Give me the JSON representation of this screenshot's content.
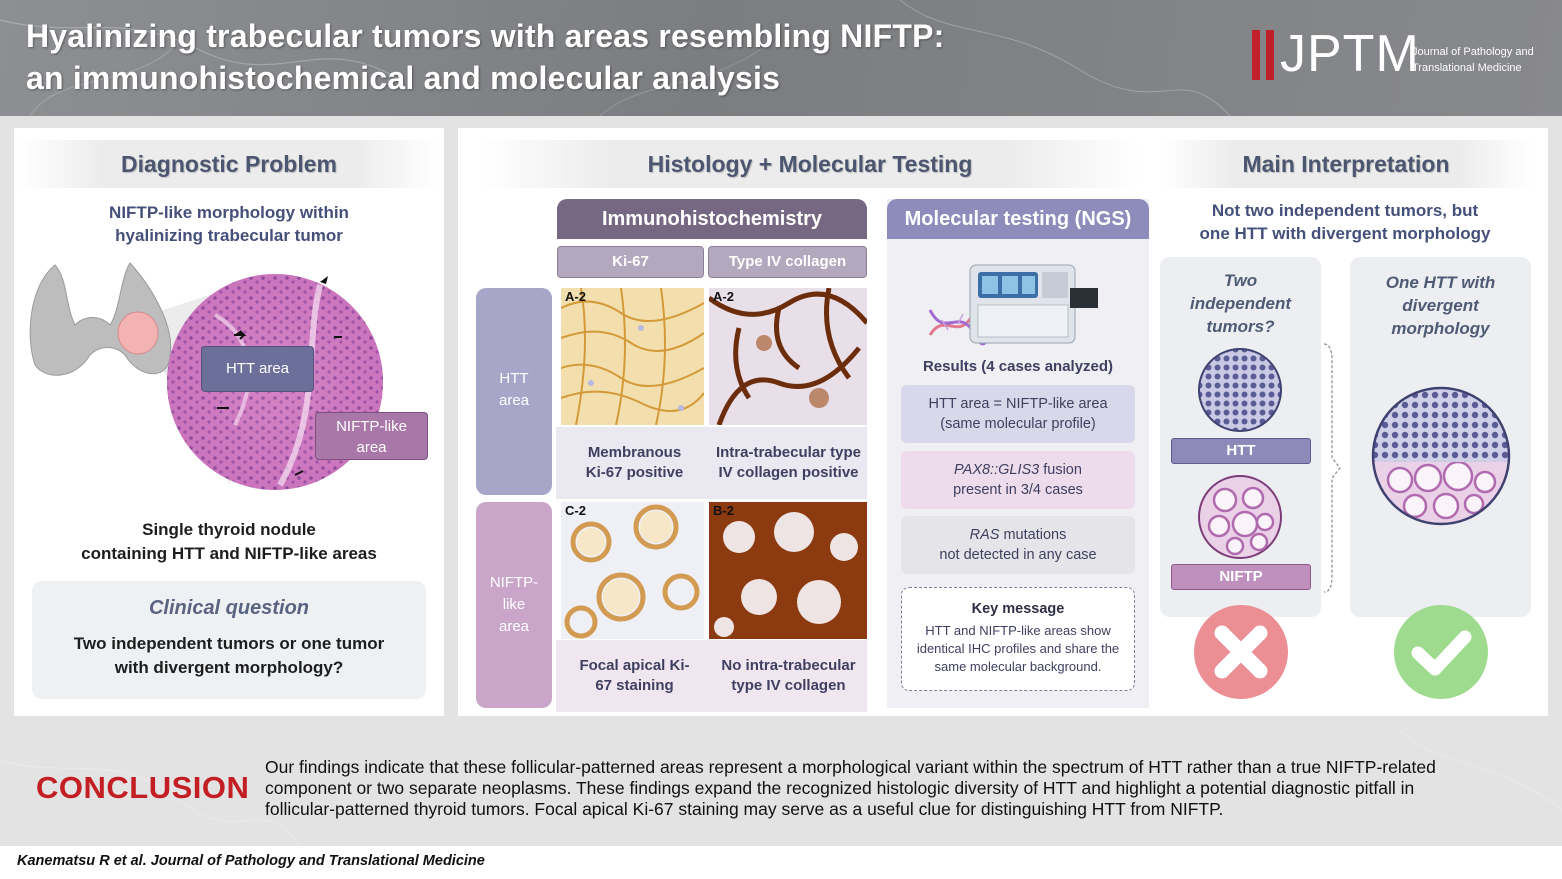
{
  "header": {
    "title_line1": "Hyalinizing trabecular tumors with areas resembling NIFTP:",
    "title_line2": "an immunohistochemical and molecular analysis",
    "logo_mark": "JPTM",
    "logo_line1": "Journal of Pathology and",
    "logo_line2": "Translational Medicine"
  },
  "diagnostic": {
    "title": "Diagnostic Problem",
    "subtitle_line1": "NIFTP-like morphology within",
    "subtitle_line2": "hyalinizing trabecular tumor",
    "htt_tag": "HTT area",
    "niftp_tag_line1": "NIFTP-like",
    "niftp_tag_line2": "area",
    "statement_line1": "Single thyroid nodule",
    "statement_line2": "containing HTT and NIFTP-like areas",
    "clinical_title": "Clinical question",
    "clinical_q_line1": "Two independent tumors or one tumor",
    "clinical_q_line2": "with divergent morphology?"
  },
  "histology": {
    "title": "Histology + Molecular Testing",
    "ihc_title": "Immunohistochemistry",
    "stain_ki67": "Ki-67",
    "stain_col4": "Type IV collagen",
    "row_htt_line1": "HTT",
    "row_htt_line2": "area",
    "row_niftp_line1": "NIFTP-",
    "row_niftp_line2": "like",
    "row_niftp_line3": "area",
    "img_tags": [
      "A-2",
      "A-2",
      "C-2",
      "B-2"
    ],
    "captions": [
      [
        "Membranous",
        "Ki-67 positive"
      ],
      [
        "Intra-trabecular type",
        "IV collagen positive"
      ],
      [
        "Focal apical Ki-",
        "67 staining"
      ],
      [
        "No intra-trabecular",
        "type IV collagen"
      ]
    ]
  },
  "ngs": {
    "title": "Molecular testing (NGS)",
    "results": "Results (4 cases analyzed)",
    "box1_line1": "HTT area = NIFTP-like area",
    "box1_line2": "(same molecular profile)",
    "box2_gene": "PAX8::GLIS3",
    "box2_rest": " fusion",
    "box2_line2": "present in 3/4 cases",
    "box3_gene": "RAS",
    "box3_rest": " mutations",
    "box3_line2": "not detected in any case",
    "key_title": "Key message",
    "key_text": "HTT and NIFTP-like areas show identical IHC profiles and share the same molecular background."
  },
  "interpretation": {
    "title": "Main Interpretation",
    "subtitle_line1": "Not two independent tumors, but",
    "subtitle_line2": "one HTT with divergent morphology",
    "option_a_line1": "Two",
    "option_a_line2": "independent",
    "option_a_line3": "tumors?",
    "label_htt": "HTT",
    "label_niftp": "NIFTP",
    "option_b_line1": "One HTT with",
    "option_b_line2": "divergent",
    "option_b_line3": "morphology"
  },
  "conclusion": {
    "heading": "CONCLUSION",
    "line1": "Our findings indicate that these follicular-patterned areas represent a morphological variant within the spectrum of HTT rather than a true NIFTP-related",
    "line2": "component or two separate neoplasms. These findings expand the recognized histologic diversity of HTT and highlight a potential diagnostic pitfall in",
    "line3": "follicular-patterned thyroid tumors. Focal apical Ki-67 staining may serve as a useful clue for distinguishing HTT from NIFTP."
  },
  "citation": "Kanematsu R et al. Journal of Pathology and Translational Medicine",
  "colors": {
    "accent_red": "#c41e25",
    "title_navy": "#4c5670",
    "ihc_purple": "#766882",
    "ngs_purple": "#8e8cbb",
    "htt_row": "#a8a6c8",
    "niftp_row": "#c9a5c9",
    "check_green": "#9fdb8f",
    "cross_red": "#ec8f95"
  },
  "icons": [
    "thyroid-icon",
    "dna-icon",
    "sequencer-icon",
    "cross-icon",
    "check-icon"
  ]
}
